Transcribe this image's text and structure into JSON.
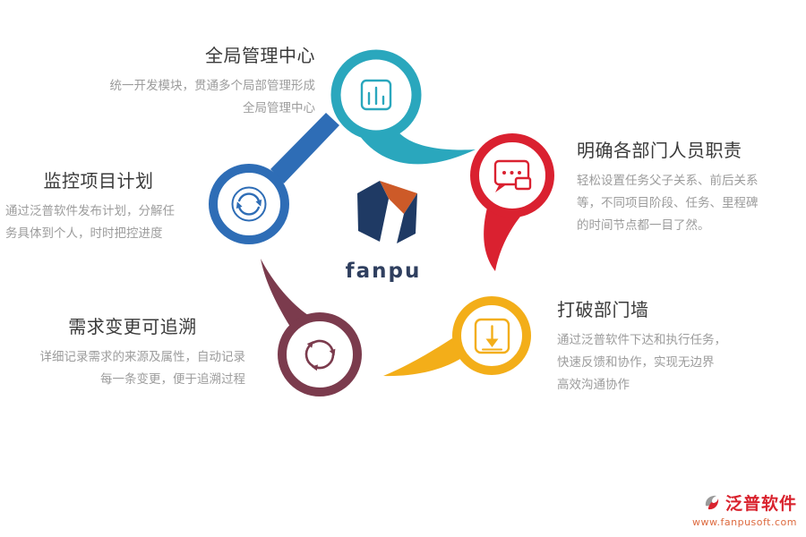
{
  "center": {
    "brand": "fanpu",
    "logo_icon": "fanpu-logo",
    "colors": {
      "navy": "#1f3a64",
      "orange": "#cd5a28",
      "brand_text": "#2f3f5f"
    }
  },
  "nodes": {
    "global": {
      "title": "全局管理中心",
      "description": "统一开发模块，贯通多个局部管理形成\n全局管理中心",
      "color": "#2aa7bd",
      "icon": "bar-chart-icon"
    },
    "duties": {
      "title": "明确各部门人员职责",
      "description": "轻松设置任务父子关系、前后关系\n等，不同项目阶段、任务、里程碑\n的时间节点都一目了然。",
      "color": "#da2130",
      "icon": "chat-bubbles-icon"
    },
    "monitor": {
      "title": "监控项目计划",
      "description": "通过泛普软件发布计划，分解任\n务具体到个人，时时把控进度",
      "color": "#2e6db6",
      "icon": "sync-arrows-icon"
    },
    "trace": {
      "title": "需求变更可追溯",
      "description": "详细记录需求的来源及属性，自动记录\n每一条变更，便于追溯过程",
      "color": "#7b3b4d",
      "icon": "recycle-arrows-icon"
    },
    "walls": {
      "title": "打破部门墙",
      "description": "通过泛普软件下达和执行任务，\n快速反馈和协作，实现无边界\n高效沟通协作",
      "color": "#f3ae19",
      "icon": "inbox-download-icon"
    }
  },
  "footer": {
    "brand": "泛普软件",
    "url": "www.fanpusoft.com",
    "brand_color": "#d9232e",
    "url_color": "#dd6a3f"
  },
  "palette": {
    "title_text": "#3a3a3a",
    "description_text": "#9c9c9c",
    "background": "#ffffff"
  }
}
